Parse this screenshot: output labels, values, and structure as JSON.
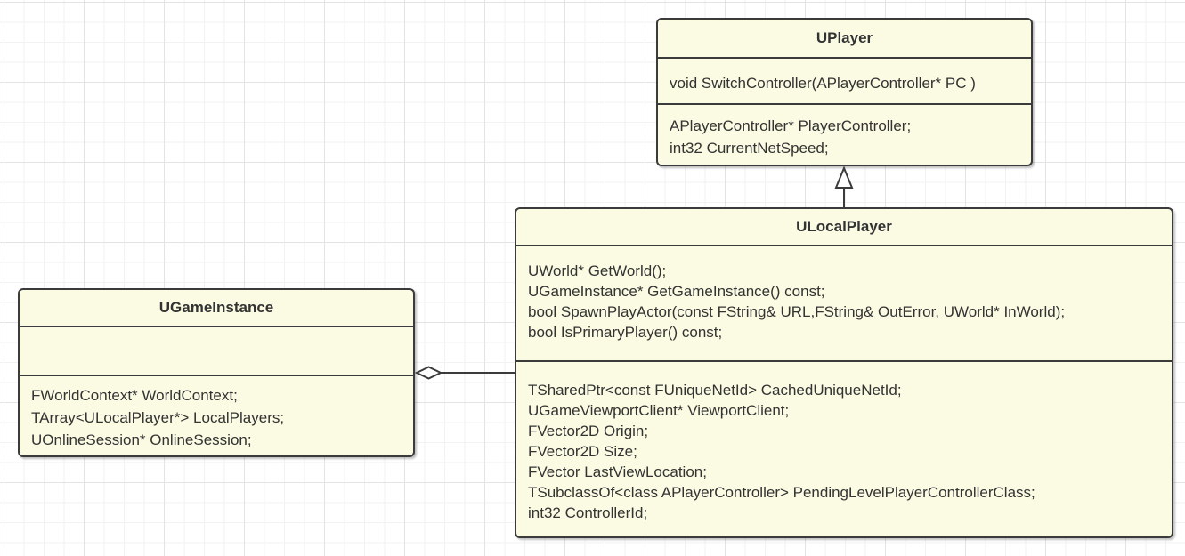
{
  "diagram": {
    "colors": {
      "background": "#ffffff",
      "grid_minor": "#f2f2f2",
      "grid_major": "#e4e4e4",
      "box_fill": "#fbfbe3",
      "box_border": "#3b3b3b",
      "text": "#333333"
    },
    "classes": [
      {
        "title": "UPlayer",
        "methods": [
          "void SwitchController(APlayerController* PC )"
        ],
        "fields": [
          "APlayerController* PlayerController;",
          "int32 CurrentNetSpeed;"
        ]
      },
      {
        "title": "ULocalPlayer",
        "methods": [
          "UWorld* GetWorld();",
          "UGameInstance* GetGameInstance() const;",
          "bool SpawnPlayActor(const FString& URL,FString& OutError, UWorld* InWorld);",
          "bool IsPrimaryPlayer() const;"
        ],
        "fields": [
          "TSharedPtr<const FUniqueNetId> CachedUniqueNetId;",
          "UGameViewportClient* ViewportClient;",
          "FVector2D Origin;",
          "FVector2D Size;",
          "FVector LastViewLocation;",
          "TSubclassOf<class APlayerController> PendingLevelPlayerControllerClass;",
          "int32 ControllerId;"
        ]
      },
      {
        "title": "UGameInstance",
        "methods": [],
        "fields": [
          "FWorldContext* WorldContext;",
          "TArray<ULocalPlayer*> LocalPlayers;",
          "UOnlineSession* OnlineSession;"
        ]
      }
    ],
    "relations": [
      {
        "type": "inheritance",
        "from": "ULocalPlayer",
        "to": "UPlayer",
        "marker": "hollow-triangle"
      },
      {
        "type": "aggregation",
        "from": "UGameInstance",
        "to": "ULocalPlayer",
        "marker": "hollow-diamond"
      }
    ]
  }
}
